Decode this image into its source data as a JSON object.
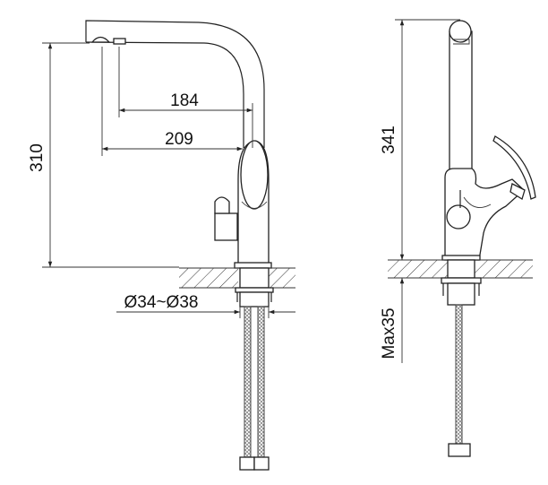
{
  "front_view": {
    "dimensions": {
      "height": "310",
      "reach_inner": "184",
      "reach_outer": "209",
      "hole_diameter": "Ø34~Ø38"
    }
  },
  "side_view": {
    "dimensions": {
      "height": "341",
      "max_counter_thickness": "Max35"
    }
  }
}
